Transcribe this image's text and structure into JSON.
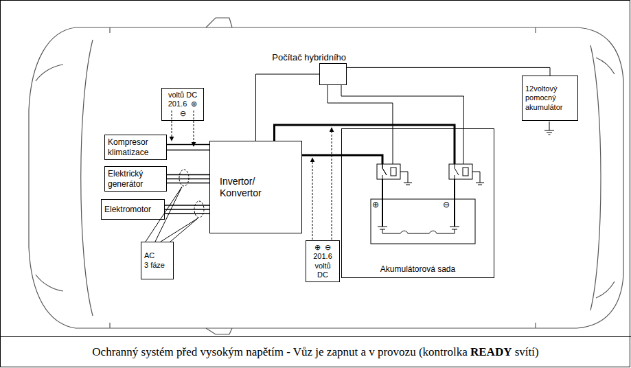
{
  "diagram": {
    "caption": "Ochranný systém před vysokým napětím - Vůz je zapnut a v provozu (kontrolka READY svítí)",
    "nodes": [
      {
        "text": [
          "Počítač hybridního"
        ]
      },
      {
        "text": [
          "12voltový pomocný akumulátor"
        ]
      },
      {
        "text": [
          "voltů DC",
          "201.6",
          "⊕",
          "⊖"
        ]
      },
      {
        "text": [
          "Kompresor klimatizace"
        ]
      },
      {
        "text": [
          "Elektrický generátor"
        ]
      },
      {
        "text": [
          "Elektromotor"
        ]
      },
      {
        "text": [
          "Invertor/ Konvertor"
        ]
      },
      {
        "text": [
          "⊕",
          "⊖",
          "201.6",
          "voltů DC"
        ]
      },
      {
        "text": [
          "AC",
          "3 fáze"
        ]
      },
      {
        "text": [
          "Akumulátorová sada"
        ]
      }
    ],
    "edges": [
      {
        "from": 0,
        "to": 1,
        "arrow": "none"
      },
      {
        "from": 0,
        "to": 6,
        "arrow": "none"
      },
      {
        "from": 0,
        "to": 9,
        "arrow": "none"
      },
      {
        "from": 0,
        "to": 9,
        "arrow": "none"
      },
      {
        "from": 6,
        "to": 9,
        "arrow": "none"
      },
      {
        "from": 6,
        "to": 9,
        "arrow": "none"
      },
      {
        "from": 3,
        "to": 6,
        "arrow": "none"
      },
      {
        "from": 4,
        "to": 6,
        "arrow": "none"
      },
      {
        "from": 5,
        "to": 6,
        "arrow": "none"
      }
    ],
    "labels": [
      "⊕",
      "⊖"
    ]
  }
}
